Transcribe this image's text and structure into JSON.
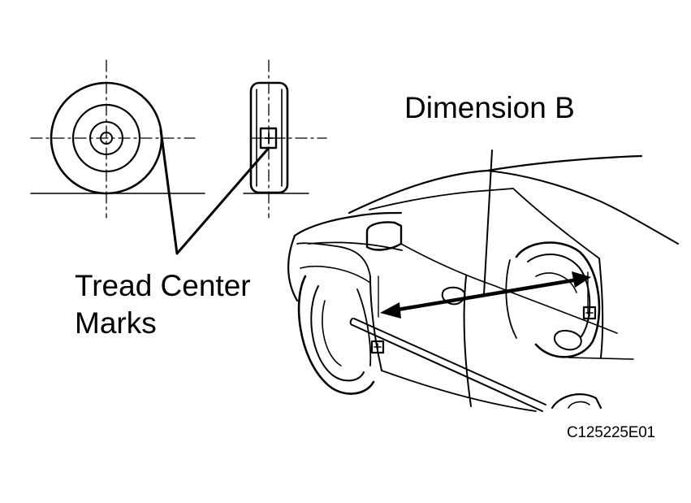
{
  "labels": {
    "dimension": "Dimension B",
    "tread_line1": "Tread Center",
    "tread_line2": "Marks",
    "figure_code": "C125225E01"
  },
  "colors": {
    "ink": "#000000",
    "background": "#ffffff"
  }
}
